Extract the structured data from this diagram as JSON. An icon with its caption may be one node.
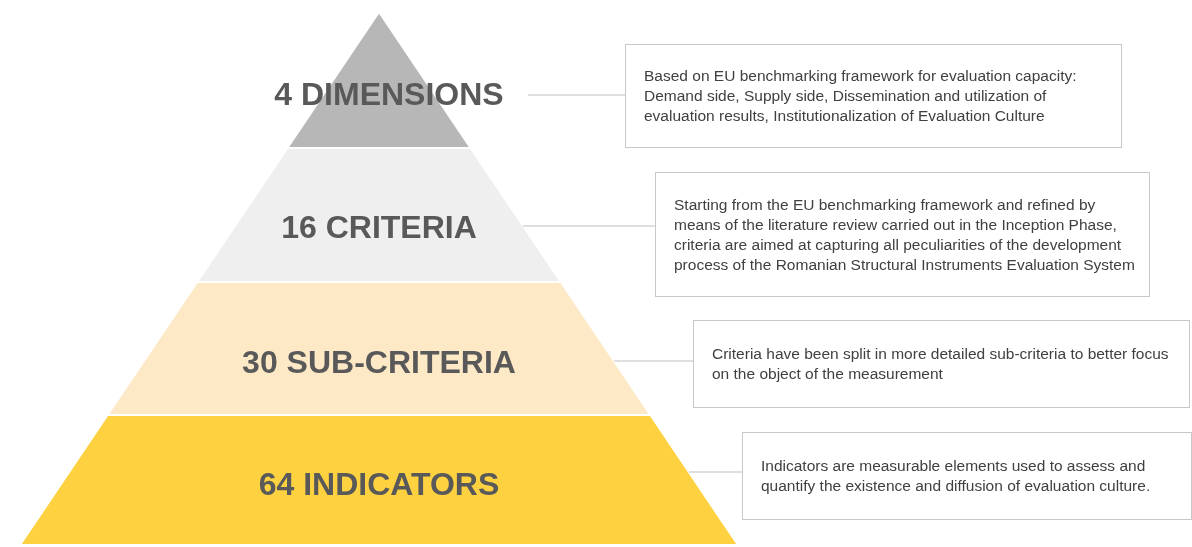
{
  "diagram": {
    "nodes": [
      {
        "text": [
          "4 DIMENSIONS"
        ]
      },
      {
        "text": [
          "16 CRITERIA"
        ]
      },
      {
        "text": [
          "30 SUB-CRITERIA"
        ]
      },
      {
        "text": [
          "64 INDICATORS"
        ]
      },
      {
        "text": [
          "Based on EU benchmarking framework for evaluation capacity: Demand side, Supply side, Dissemination and utilization of evaluation results, Institutionalization of Evaluation Culture"
        ]
      },
      {
        "text": [
          "Starting from the EU benchmarking framework and refined by means of the literature review carried out in the Inception Phase, criteria are aimed at capturing all peculiarities of the development process of the Romanian Structural Instruments Evaluation System"
        ]
      },
      {
        "text": [
          "Criteria have been split in more detailed sub-criteria to better focus on the object of the measurement"
        ]
      },
      {
        "text": [
          "Indicators are measurable elements used to assess and quantify the existence and diffusion of evaluation culture."
        ]
      }
    ],
    "edges": [
      {
        "from": 0,
        "to": 4,
        "arrow": "none"
      },
      {
        "from": 1,
        "to": 5,
        "arrow": "none"
      },
      {
        "from": 2,
        "to": 6,
        "arrow": "none"
      },
      {
        "from": 3,
        "to": 7,
        "arrow": "none"
      }
    ]
  }
}
